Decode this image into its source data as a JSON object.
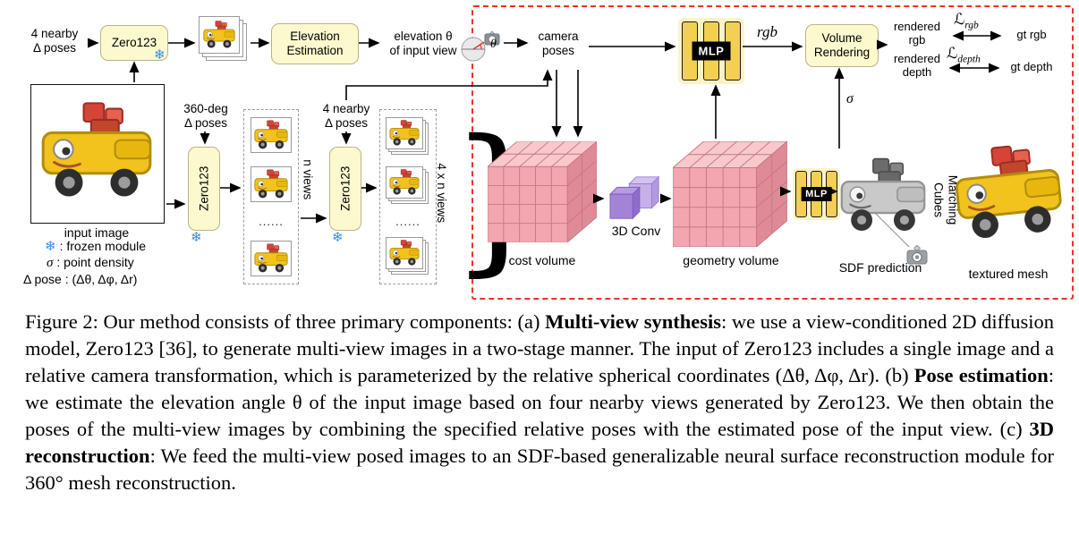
{
  "diagram": {
    "labels": {
      "nearby_poses_top": "4 nearby\nΔ poses",
      "zero123": "Zero123",
      "snowflake": "❄",
      "elevation_estimation": "Elevation\nEstimation",
      "elevation_theta": "elevation θ\nof input view",
      "theta": "θ",
      "camera_poses": "camera\nposes",
      "mlp": "MLP",
      "rgb": "rgb",
      "volume_rendering": "Volume\nRendering",
      "rendered_rgb": "rendered\nrgb",
      "gt_rgb": "gt rgb",
      "rendered_depth": "rendered\ndepth",
      "gt_depth": "gt depth",
      "loss_symbol": "ℒ",
      "loss_rgb_sub": "rgb",
      "loss_depth_sub": "depth",
      "input_image": "input image",
      "deg360_poses": "360-deg\nΔ poses",
      "nearby_poses_mid": "4 nearby\nΔ poses",
      "n_views": "n views",
      "four_n_views": "4 x n views",
      "dots": "......",
      "brace": "}",
      "cost_volume": "cost volume",
      "conv3d": "3D Conv",
      "geometry_volume": "geometry volume",
      "sigma": "σ",
      "sdf_prediction": "SDF prediction",
      "marching_cubes": "Marching\nCubes",
      "textured_mesh": "textured mesh"
    },
    "legend": {
      "frozen_icon": "❄",
      "frozen_text": ": frozen module",
      "sigma_icon": "σ",
      "sigma_text": ": point density",
      "pose_text": "Δ pose : (Δθ, Δφ, Δr)"
    },
    "colors": {
      "module_box_yellow": "#fdf9cf",
      "red_outline": "#ee3124",
      "snowflake_blue": "#2f8fe8",
      "volume_pink": "#f3a6b0",
      "conv_purple": "#a283d8",
      "mlp_bar_yellow": "#f3cf53"
    }
  },
  "caption": {
    "seg1": "Figure 2: Our method consists of three primary components: (a) ",
    "seg2": "Multi-view synthesis",
    "seg3": ": we use a view-conditioned 2D diffusion model, Zero123 [36], to generate multi-view images in a two-stage manner. The input of Zero123 includes a single image and a relative camera transformation, which is parameterized by the relative spherical coordinates (Δθ, Δφ, Δr). (b) ",
    "seg4": "Pose estimation",
    "seg5": ": we estimate the elevation angle θ of the input image based on four nearby views generated by Zero123. We then obtain the poses of the multi-view images by combining the specified relative poses with the estimated pose of the input view. (c) ",
    "seg6": "3D reconstruction",
    "seg7": ": We feed the multi-view posed images to an SDF-based generalizable neural surface reconstruction module for 360° mesh reconstruction."
  }
}
